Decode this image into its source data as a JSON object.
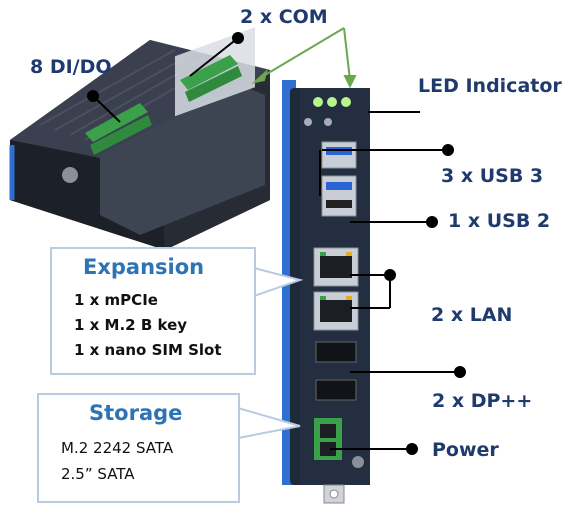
{
  "labels": {
    "com": "2 x COM",
    "dido": "8 DI/DO",
    "led": "LED Indicator",
    "usb3": "3 x USB 3",
    "usb2": "1 x USB 2",
    "lan": "2 x LAN",
    "dp": "2 x DP++",
    "power": "Power"
  },
  "expansion": {
    "title": "Expansion",
    "items": [
      "1 x mPCIe",
      "1 x M.2 B key",
      "1 x nano SIM Slot"
    ]
  },
  "storage": {
    "title": "Storage",
    "items": [
      "M.2 2242 SATA",
      "2.5” SATA"
    ]
  },
  "colors": {
    "label": "#1f3b6e",
    "callout_title": "#2e74b5",
    "callout_border": "#b9cbe0",
    "device_body": "#1e2a3a",
    "device_accent": "#2f6fd0",
    "terminal_green": "#3aa14a"
  }
}
